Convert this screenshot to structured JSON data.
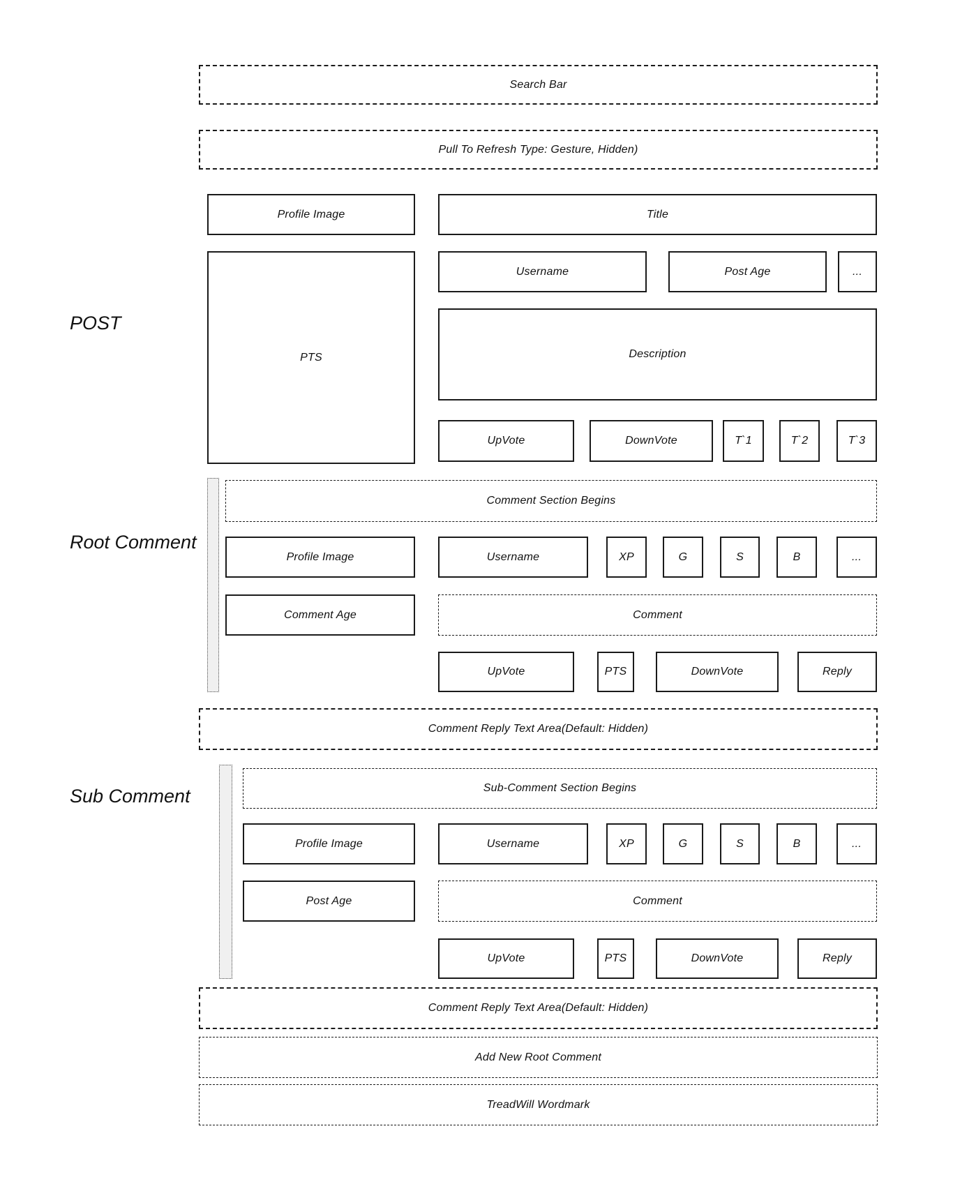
{
  "page": {
    "search_bar": "Search Bar",
    "pull_to_refresh": "Pull To Refresh Type: Gesture, Hidden)"
  },
  "post": {
    "section_label": "POST",
    "profile_image": "Profile Image",
    "title": "Title",
    "pts": "PTS",
    "username": "Username",
    "post_age": "Post Age",
    "more": "...",
    "description": "Description",
    "upvote": "UpVote",
    "downvote": "DownVote",
    "tags": [
      "T`1",
      "T`2",
      "T`3"
    ]
  },
  "root_comment": {
    "section_label": "Root Comment",
    "section_begins": "Comment Section Begins",
    "profile_image": "Profile Image",
    "username": "Username",
    "badges": [
      "XP",
      "G",
      "S",
      "B",
      "..."
    ],
    "comment_age": "Comment Age",
    "comment": "Comment",
    "upvote": "UpVote",
    "pts": "PTS",
    "downvote": "DownVote",
    "reply": "Reply",
    "reply_text_area": "Comment Reply Text Area(Default: Hidden)"
  },
  "sub_comment": {
    "section_label": "Sub Comment",
    "section_begins": "Sub-Comment Section Begins",
    "profile_image": "Profile Image",
    "username": "Username",
    "badges": [
      "XP",
      "G",
      "S",
      "B",
      "..."
    ],
    "post_age": "Post Age",
    "comment": "Comment",
    "upvote": "UpVote",
    "pts": "PTS",
    "downvote": "DownVote",
    "reply": "Reply",
    "reply_text_area": "Comment Reply Text Area(Default: Hidden)"
  },
  "footer": {
    "add_new_root_comment": "Add New Root Comment",
    "treadwill_wordmark": "TreadWill Wordmark"
  },
  "colors": {
    "line": "#1a1a1a",
    "strip_fill": "#f0f0f0",
    "background": "#ffffff"
  }
}
